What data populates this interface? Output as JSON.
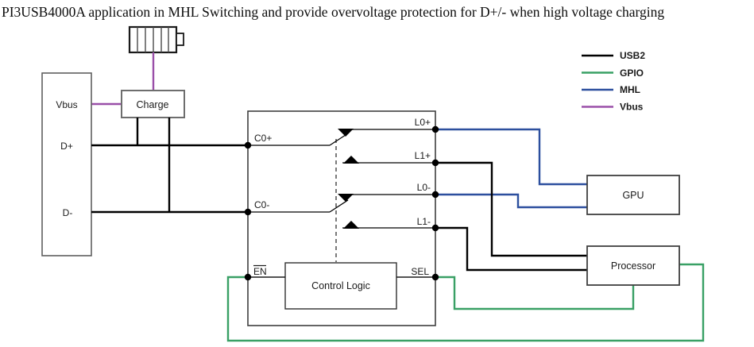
{
  "title": "PI3USB4000A application in MHL Switching and provide overvoltage protection for D+/- when high voltage charging",
  "colors": {
    "usb2": "#000000",
    "gpio": "#39a065",
    "mhl": "#2c4f9e",
    "vbus": "#9a4fa8",
    "border_dark": "#3f3f3f",
    "border_gray": "#6e6e6e"
  },
  "legend": {
    "items": [
      {
        "label": "USB2"
      },
      {
        "label": "GPIO"
      },
      {
        "label": "MHL"
      },
      {
        "label": "Vbus"
      }
    ]
  },
  "blocks": {
    "charge": "Charge",
    "control_logic": "Control Logic",
    "gpu": "GPU",
    "processor": "Processor"
  },
  "pins": {
    "vbus": "Vbus",
    "d_plus": "D+",
    "d_minus": "D-",
    "c0_plus": "C0+",
    "c0_minus": "C0-",
    "l0_plus": "L0+",
    "l1_plus": "L1+",
    "l0_minus": "L0-",
    "l1_minus": "L1-",
    "en": "EN",
    "sel": "SEL"
  }
}
